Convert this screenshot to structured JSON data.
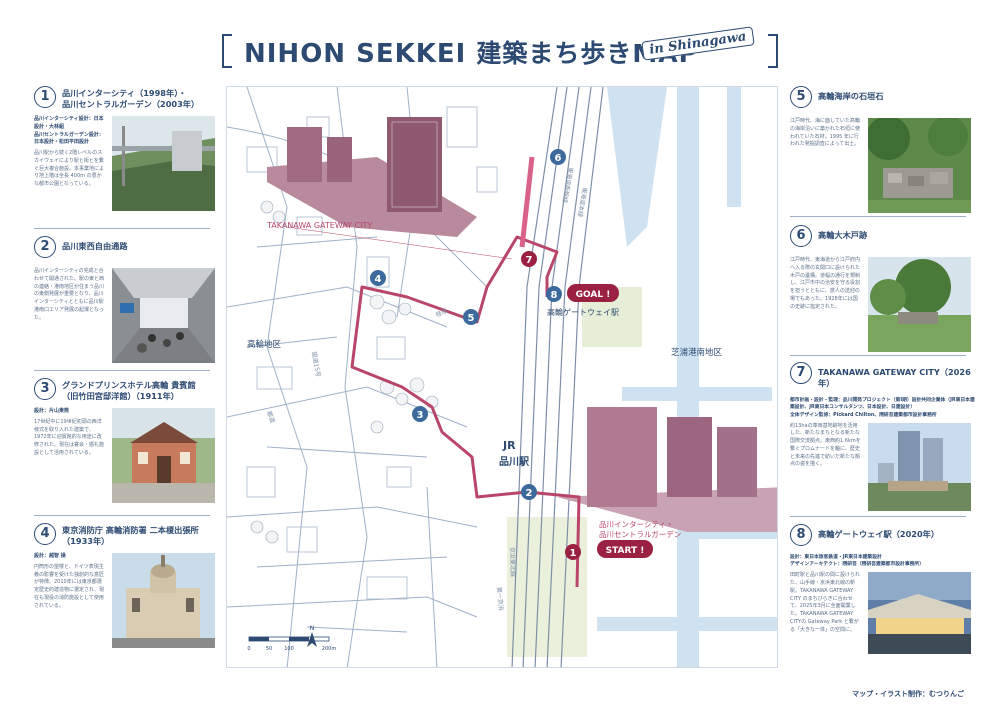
{
  "header": {
    "title_en": "NIHON SEKKEI",
    "title_ja": "建築まち歩きMAP",
    "subtitle": "in Shinagawa"
  },
  "colors": {
    "navy": "#2d4a72",
    "route": "#b9466a",
    "spot_red": "#9a2142",
    "spot_blue": "#3d6a9c",
    "water": "#cfe2f1",
    "green": "#d6e8b8",
    "rail": "#7d8fa8"
  },
  "spots": [
    {
      "num": "1",
      "title": "品川インターシティ（1998年）・\n品川セントラルガーデン（2003年）",
      "credit": "品川インターシティ設計：日本設計・大林組\n品川セントラルガーデン設計：日本設計・松田平田設計",
      "text": "品川駅から続く2階レベルのスカイウェイにより駅と街とを繋ぐ巨大複合施設。本事業地により地上階は全長 400m の豊かな都市公園となっている。"
    },
    {
      "num": "2",
      "title": "品川東西自由通路",
      "credit": "",
      "text": "品川インターシティの完成と合わせて開通された。駅の東と西の連絡・港南地区が住まう品川の東側発展が重要となり、品川インターシティとともに品川駅港南口エリア発展の起爆となった。"
    },
    {
      "num": "3",
      "title": "グランドプリンスホテル高輪 貴賓館\n（旧竹田宮邸洋館）（1911年）",
      "credit": "設計：片山東熊",
      "text": "17世紀中に19世紀初頭の西洋様式を取り入れた建築で、1972年に迎賓館的な用途に改修された。現在は宴会・婚礼施設として活用されている。"
    },
    {
      "num": "4",
      "title": "東京消防庁 高輪消防署 二本榎出張所\n（1933年）",
      "credit": "設計：越智 操",
      "text": "円筒形の望楼と、ドイツ表現主義の影響を受けた独創的な意匠が特徴。2010年には東京都選定歴史的建造物に選定され、現在も現役の消防施設として使用されている。"
    },
    {
      "num": "5",
      "title": "高輪海岸の石垣石",
      "credit": "",
      "text": "江戸時代、海に面していた高輪の海岸沿いに築かれた石垣に使われていた石材。1995 年に行われた発掘調査によって出土。"
    },
    {
      "num": "6",
      "title": "高輪大木戸跡",
      "credit": "",
      "text": "江戸時代、東海道から江戸府内へ入る際の玄関口に設けられた木戸の遺構。道幅の通行を規制し、江戸市中の治安を守る役割を担うとともに、旅人の送迎の場でもあった。1928年には国の史跡に指定された。"
    },
    {
      "num": "7",
      "title": "TAKANAWA GATEWAY CITY（2026年）",
      "credit": "都市計画・設計・監理：品川開発プロジェクト（第Ⅰ期）設計共同企業体（JR東日本建築設計、JR東日本コンサルタンツ、日本設計、日建設計）\n全体デザイン監修：Pickard Chilton、隈研吾建築都市設計事務所",
      "text": "約13haの車両基地跡地を活用した、新たなまちとなる新たな国際交流拠点。東西約1.6kmを繋ぐプロムナードを軸に、歴史と未来の先進で紡いだ新たな拠点の姿を描く。"
    },
    {
      "num": "8",
      "title": "高輪ゲートウェイ駅（2020年）",
      "credit": "設計：東日本旅客鉄道・JR東日本建築設計\nデザインアーキテクト：隈研吾（隈研吾建築都市設計事務所）",
      "text": "田町駅と品川駅の間に設けられた、山手線・京浜東北線の新駅。TAKANAWA GATEWAY CITY のまちびらきに合わせて、2025年3月に全面開業した。TAKANAWA GATEWAY CITYの Gateway Park と繋がる「大きな一体」の空間に。"
    }
  ],
  "map_labels": {
    "district_w": "高輪地区",
    "district_e": "芝浦港南地区",
    "jr_station_a": "JR",
    "jr_station_b": "品川駅",
    "gateway_station": "高輪ゲートウェイ駅",
    "tgc": "TAKANAWA GATEWAY CITY",
    "intercity_a": "品川インターシティ・",
    "intercity_b": "品川セントラルガーデン",
    "start": "START !",
    "goal": "GOAL !",
    "road_1": "国道15号",
    "road_2": "第一京浜",
    "road_3": "都道",
    "road_4": "桂坂",
    "rail_1": "京浜東北線",
    "rail_2": "東海道新幹線",
    "rail_3": "東海道本線",
    "north": "N",
    "scale_0": "0",
    "scale_1": "50",
    "scale_2": "100",
    "scale_3": "200m"
  },
  "attribution": "マップ・イラスト制作：むつりんご"
}
